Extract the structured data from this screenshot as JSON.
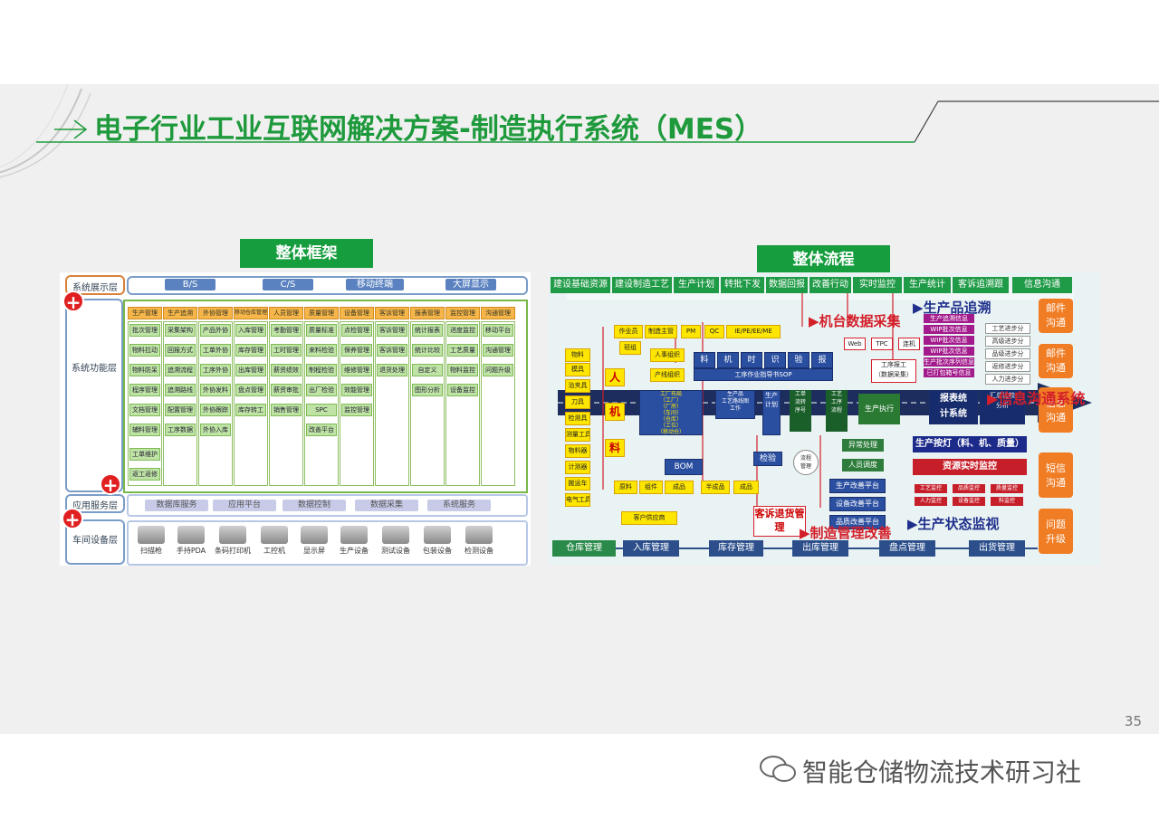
{
  "title": "电子行业工业互联网解决方案-制造执行系统（MES）",
  "page_number": "35",
  "watermark": "智能仓储物流技术研习社",
  "left": {
    "section_label": "整体框架",
    "layers": {
      "display": "系统展示层",
      "function": "系统功能层",
      "service": "应用服务层",
      "device": "车间设备层"
    },
    "display_tabs": [
      "B/S",
      "C/S",
      "移动终端",
      "大屏显示"
    ],
    "plus_symbol": "+",
    "modules": [
      {
        "header": "生产管理",
        "items": [
          "批次管理",
          "物料拉动",
          "物料防呆",
          "程序管理",
          "文档管理",
          "辅料管理",
          "工单维护",
          "返工返修"
        ]
      },
      {
        "header": "生产追溯",
        "items": [
          "采集架构",
          "回报方式",
          "追溯流程",
          "追溯路线",
          "配置管理",
          "工序数据"
        ]
      },
      {
        "header": "外协管理",
        "items": [
          "产品外协",
          "工单外协",
          "工序外协",
          "外协发料",
          "外协跟踪",
          "外协入库"
        ]
      },
      {
        "header": "移动仓库管理",
        "items": [
          "入库管理",
          "库存管理",
          "出库管理",
          "盘点管理",
          "库存转工"
        ]
      },
      {
        "header": "人员管理",
        "items": [
          "考勤管理",
          "工时管理",
          "薪资绩效",
          "薪资审批",
          "销售管理"
        ]
      },
      {
        "header": "质量管理",
        "items": [
          "质量标准",
          "来料检验",
          "制程检验",
          "出厂检验",
          "SPC",
          "改善平台"
        ]
      },
      {
        "header": "设备管理",
        "items": [
          "点检管理",
          "保养管理",
          "维修管理",
          "效能管理",
          "监控管理"
        ]
      },
      {
        "header": "客诉管理",
        "items": [
          "客诉管理",
          "客诉管理",
          "退货处理"
        ]
      },
      {
        "header": "报表管理",
        "items": [
          "统计报表",
          "统计比较",
          "自定义",
          "图形分析"
        ]
      },
      {
        "header": "监控管理",
        "items": [
          "进度监控",
          "工艺质量",
          "物料监控",
          "设备监控"
        ]
      },
      {
        "header": "沟通管理",
        "items": [
          "移动平台",
          "沟通管理",
          "问题升级"
        ]
      }
    ],
    "services": [
      "数据库服务",
      "应用平台",
      "数据控制",
      "数据采集",
      "系统服务"
    ],
    "devices": [
      "扫描枪",
      "手持PDA",
      "条码打印机",
      "工控机",
      "显示屏",
      "生产设备",
      "测试设备",
      "包装设备",
      "检测设备"
    ]
  },
  "right": {
    "section_label": "整体流程",
    "top_tabs": [
      "建设基础资源",
      "建设制造工艺",
      "生产计划",
      "转批下发",
      "数据回报",
      "改善行动",
      "实时监控",
      "生产统计",
      "客诉追溯跟",
      "信息沟通"
    ],
    "bottom_tabs": [
      "仓库管理",
      "入库管理",
      "库存管理",
      "出库管理",
      "盘点管理",
      "出货管理"
    ],
    "side_boxes": [
      "邮件\n沟通",
      "邮件\n沟通",
      "信息\n沟通",
      "短信\n沟通",
      "问题\n升级"
    ],
    "callouts": {
      "trace": "生产品追溯",
      "collect": "机台数据采集",
      "info": "信息沟通系统",
      "lamp": "生产按灯（料、机、质量）",
      "resource": "资源实时监控",
      "status": "生产状态监视",
      "improve": "制造管理改善",
      "complaint": "客诉退货管理"
    },
    "left_column": [
      "物料",
      "模具",
      "治夹具",
      "刀具",
      "检测具",
      "测量工具",
      "物料器",
      "计测器",
      "搬运车",
      "电气工具"
    ],
    "people_labels": [
      "人",
      "机",
      "料"
    ],
    "top_yellow": [
      "作业员",
      "制造主管",
      "PM",
      "QC",
      "IE/PE/EE/ME"
    ],
    "blue_row": [
      "料",
      "机",
      "时",
      "识",
      "验",
      "报"
    ],
    "sop_text": "工序作业指导书SOP",
    "labels_mid": [
      "班组",
      "人事组织",
      "产线组织"
    ],
    "blue_mid": [
      "工厂布局\n（工厂）\n（厂房）\n（车间）\n（仓库）\n（工位）\n（移动仓）",
      "生产品\n工艺路线图\n工作",
      "生产\n计划",
      "工单\n流转\n序号",
      "工艺\n工序\n流程",
      "生产执行",
      "报表统\n计系统",
      "汇总比较\n分析"
    ],
    "web_labels": [
      "Web",
      "TPC",
      "连机"
    ],
    "proc_report": "工序报工\n（数据采集）",
    "bom": "BOM",
    "check": "检验",
    "flow_mgmt": "流程\n管理",
    "bottom_yellow": [
      "原料",
      "组件",
      "成品",
      "半成品",
      "成品"
    ],
    "supplier": "客户供应商",
    "green_small": [
      "异常处理",
      "人员调度",
      "生产改善平台",
      "设备改善平台",
      "品质改善平台"
    ],
    "purple_list": [
      "生产追溯信息",
      "WIP批次信息",
      "WIP批次信息",
      "WIP批次信息",
      "生产批次序列信息",
      "已打包箱号信息"
    ],
    "white_list": [
      "工艺进步分",
      "高级进步分",
      "品级进步分",
      "返修进步分",
      "人力进步分"
    ],
    "red_small": [
      "工艺监控",
      "品质监控",
      "质量监控",
      "人力监控",
      "设备监控",
      "料监控"
    ]
  }
}
